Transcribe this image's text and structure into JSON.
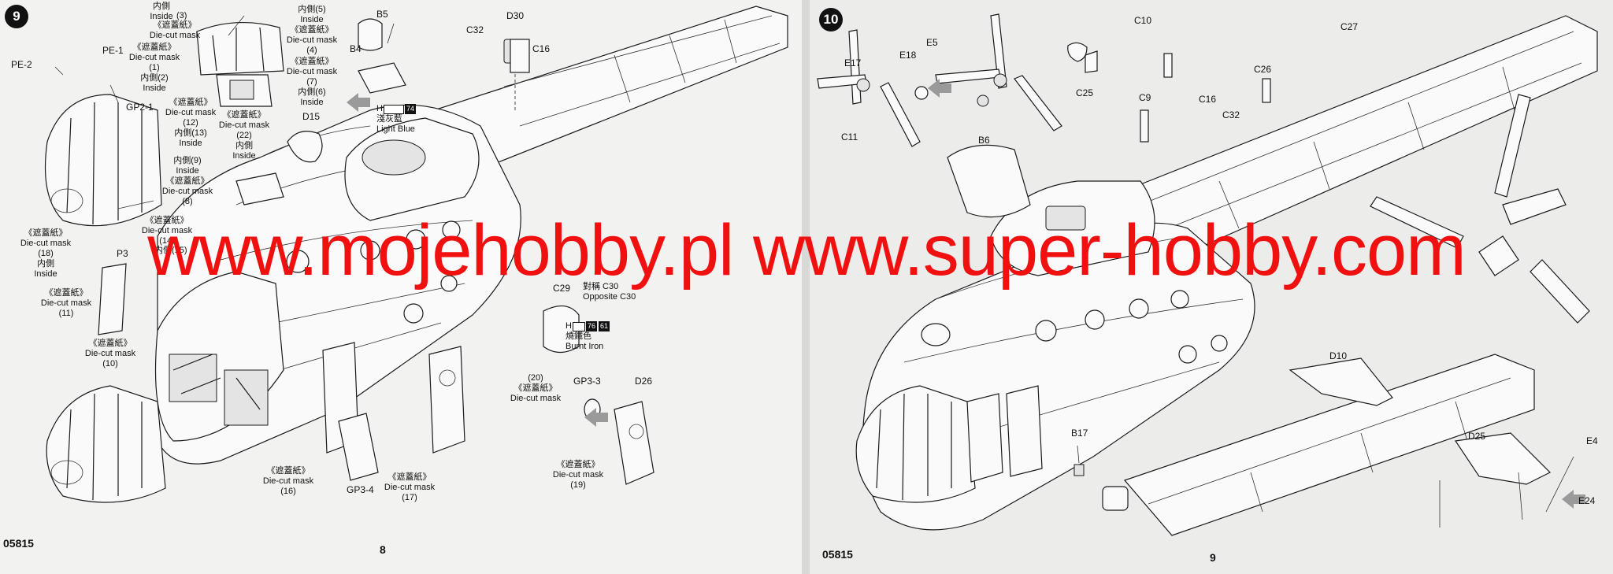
{
  "left_page": {
    "step": "9",
    "footer_code": "05815",
    "page_number": "8",
    "labels": {
      "pe2": "PE-2",
      "pe1": "PE-1",
      "gp21": "GP2-1",
      "b5": "B5",
      "b4": "B4",
      "c32": "C32",
      "d30": "D30",
      "c16": "C16",
      "d15": "D15",
      "p3": "P3",
      "c29": "C29",
      "gp33": "GP3-3",
      "d26": "D26",
      "gp34": "GP3-4"
    },
    "masks": {
      "m3_inside": "内側",
      "m3_inside_en": "Inside",
      "m3_num": "(3)",
      "m3_cn": "《遮蓋紙》",
      "m3_en": "Die-cut mask",
      "m5_inside": "内側",
      "m5_num": "(5)",
      "m5_inside_en": "Inside",
      "m5_cn": "《遮蓋紙》",
      "m5_en": "Die-cut mask",
      "m5_n": "(4)",
      "m7_cn": "《遮蓋紙》",
      "m7_en": "Die-cut mask",
      "m7_n": "(7)",
      "m6_inside": "内側",
      "m6_num": "(6)",
      "m6_en": "Inside",
      "m1_cn": "《遮蓋紙》",
      "m1_en": "Die-cut mask",
      "m1_n": "(1)",
      "m2_inside": "内側",
      "m2_num": "(2)",
      "m2_en": "Inside",
      "m12_cn": "《遮蓋紙》",
      "m12_en": "Die-cut mask",
      "m12_n": "(12)",
      "m13_inside": "内側",
      "m13_num": "(13)",
      "m13_en": "Inside",
      "m22_cn": "《遮蓋紙》",
      "m22_en": "Die-cut mask",
      "m22_n": "(22)",
      "m22_inside": "内側",
      "m22_en2": "Inside",
      "m9_inside": "内側",
      "m9_num": "(9)",
      "m9_en": "Inside",
      "m8_cn": "《遮蓋紙》",
      "m8_en": "Die-cut mask",
      "m8_n": "(8)",
      "m14_cn": "《遮蓋紙》",
      "m14_en": "Die-cut mask",
      "m14_n": "(14)",
      "m15_inside": "内側",
      "m15_num": "(15)",
      "m18_cn": "《遮蓋紙》",
      "m18_en": "Die-cut mask",
      "m18_n": "(18)",
      "m18_inside": "内側",
      "m18_en2": "Inside",
      "m11_cn": "《遮蓋紙》",
      "m11_en": "Die-cut mask",
      "m11_n": "(11)",
      "m10_cn": "《遮蓋紙》",
      "m10_en": "Die-cut mask",
      "m10_n": "(10)",
      "m16_cn": "《遮蓋紙》",
      "m16_en": "Die-cut mask",
      "m16_n": "(16)",
      "m17_cn": "《遮蓋紙》",
      "m17_en": "Die-cut mask",
      "m17_n": "(17)",
      "m20_n": "(20)",
      "m20_cn": "《遮蓋紙》",
      "m20_en": "Die-cut mask",
      "m19_cn": "《遮蓋紙》",
      "m19_en": "Die-cut mask",
      "m19_n": "(19)"
    },
    "paint_light_blue": {
      "h": "H",
      "num": "74",
      "cn": "淺灰藍",
      "en": "Light Blue"
    },
    "paint_burnt_iron": {
      "h": "H",
      "num1": "76",
      "num2": "61",
      "cn": "燒鐵色",
      "en": "Burnt Iron"
    },
    "opposite_c30": {
      "cn": "對稱 C30",
      "en": "Opposite C30"
    }
  },
  "right_page": {
    "step": "10",
    "footer_code": "05815",
    "page_number": "9",
    "labels": {
      "e17": "E17",
      "e18": "E18",
      "e5": "E5",
      "c11": "C11",
      "c10": "C10",
      "c9": "C9",
      "c25": "C25",
      "c27": "C27",
      "c26": "C26",
      "c16": "C16",
      "c32": "C32",
      "b6": "B6",
      "d10": "D10",
      "b17": "B17",
      "d25": "D25",
      "e4": "E4",
      "e24": "E24"
    }
  },
  "watermark": "www.mojehobby.pl www.super-hobby.com",
  "colors": {
    "watermark": "#f01010",
    "ink": "#111111",
    "paper": "#f2f2f1"
  }
}
